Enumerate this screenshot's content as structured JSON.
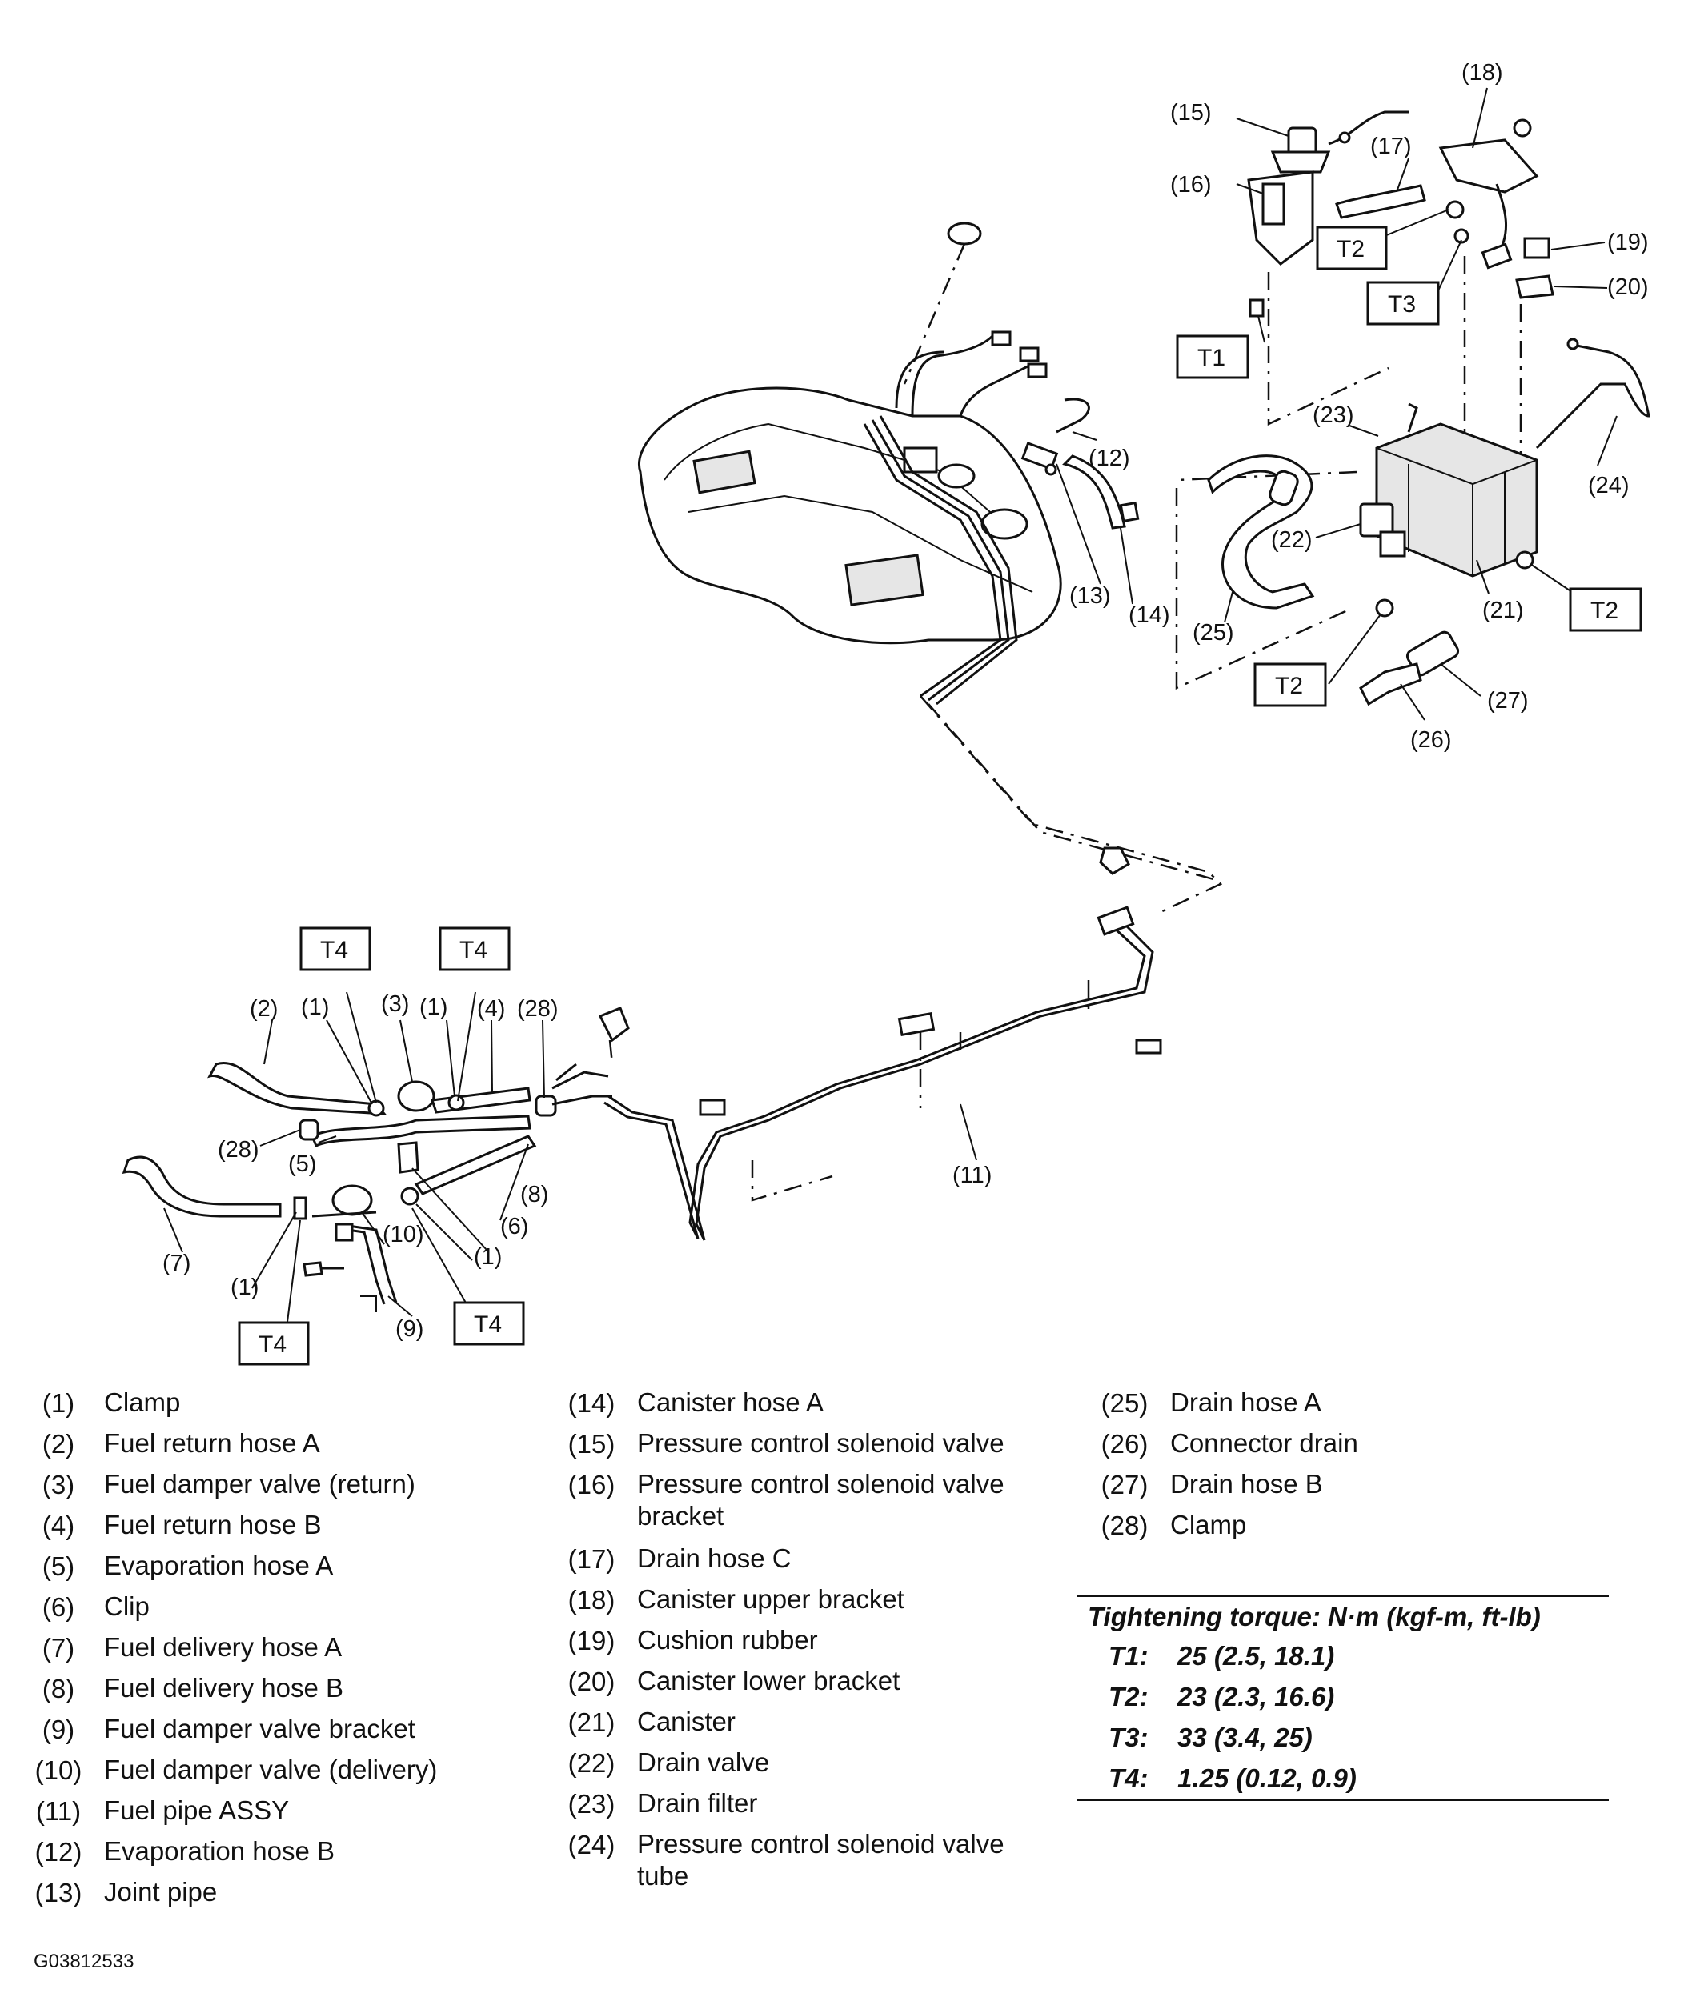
{
  "callouts": {
    "c1": "(1)",
    "c2": "(2)",
    "c3": "(3)",
    "c4": "(4)",
    "c5": "(5)",
    "c6": "(6)",
    "c7": "(7)",
    "c8": "(8)",
    "c9": "(9)",
    "c10": "(10)",
    "c11": "(11)",
    "c12": "(12)",
    "c13": "(13)",
    "c14": "(14)",
    "c15": "(15)",
    "c16": "(16)",
    "c17": "(17)",
    "c18": "(18)",
    "c19": "(19)",
    "c20": "(20)",
    "c21": "(21)",
    "c22": "(22)",
    "c23": "(23)",
    "c24": "(24)",
    "c25": "(25)",
    "c26": "(26)",
    "c27": "(27)",
    "c28": "(28)"
  },
  "torque_tags": {
    "t1": "T1",
    "t2": "T2",
    "t3": "T3",
    "t4": "T4"
  },
  "legend": {
    "col1": [
      {
        "num": "(1)",
        "name": "Clamp"
      },
      {
        "num": "(2)",
        "name": "Fuel return hose A"
      },
      {
        "num": "(3)",
        "name": "Fuel damper valve (return)"
      },
      {
        "num": "(4)",
        "name": "Fuel return hose B"
      },
      {
        "num": "(5)",
        "name": "Evaporation hose A"
      },
      {
        "num": "(6)",
        "name": "Clip"
      },
      {
        "num": "(7)",
        "name": "Fuel delivery hose A"
      },
      {
        "num": "(8)",
        "name": "Fuel delivery hose B"
      },
      {
        "num": "(9)",
        "name": "Fuel damper valve bracket"
      },
      {
        "num": "(10)",
        "name": "Fuel damper valve (delivery)"
      },
      {
        "num": "(11)",
        "name": "Fuel pipe ASSY"
      },
      {
        "num": "(12)",
        "name": "Evaporation hose B"
      },
      {
        "num": "(13)",
        "name": "Joint pipe"
      }
    ],
    "col2": [
      {
        "num": "(14)",
        "name": "Canister hose A"
      },
      {
        "num": "(15)",
        "name": "Pressure control solenoid valve"
      },
      {
        "num": "(16)",
        "name": "Pressure control solenoid valve bracket"
      },
      {
        "num": "(17)",
        "name": "Drain hose C"
      },
      {
        "num": "(18)",
        "name": "Canister upper bracket"
      },
      {
        "num": "(19)",
        "name": "Cushion rubber"
      },
      {
        "num": "(20)",
        "name": "Canister lower bracket"
      },
      {
        "num": "(21)",
        "name": "Canister"
      },
      {
        "num": "(22)",
        "name": "Drain valve"
      },
      {
        "num": "(23)",
        "name": "Drain filter"
      },
      {
        "num": "(24)",
        "name": "Pressure control solenoid valve tube"
      }
    ],
    "col3": [
      {
        "num": "(25)",
        "name": "Drain hose A"
      },
      {
        "num": "(26)",
        "name": "Connector drain"
      },
      {
        "num": "(27)",
        "name": "Drain hose B"
      },
      {
        "num": "(28)",
        "name": "Clamp"
      }
    ]
  },
  "torque": {
    "title": "Tightening torque: N·m (kgf-m, ft-lb)",
    "rows": [
      {
        "key": "T1:",
        "value": "25 (2.5, 18.1)"
      },
      {
        "key": "T2:",
        "value": "23 (2.3, 16.6)"
      },
      {
        "key": "T3:",
        "value": "33 (3.4, 25)"
      },
      {
        "key": "T4:",
        "value": "1.25 (0.12, 0.9)"
      }
    ]
  },
  "figure_id": "G03812533"
}
